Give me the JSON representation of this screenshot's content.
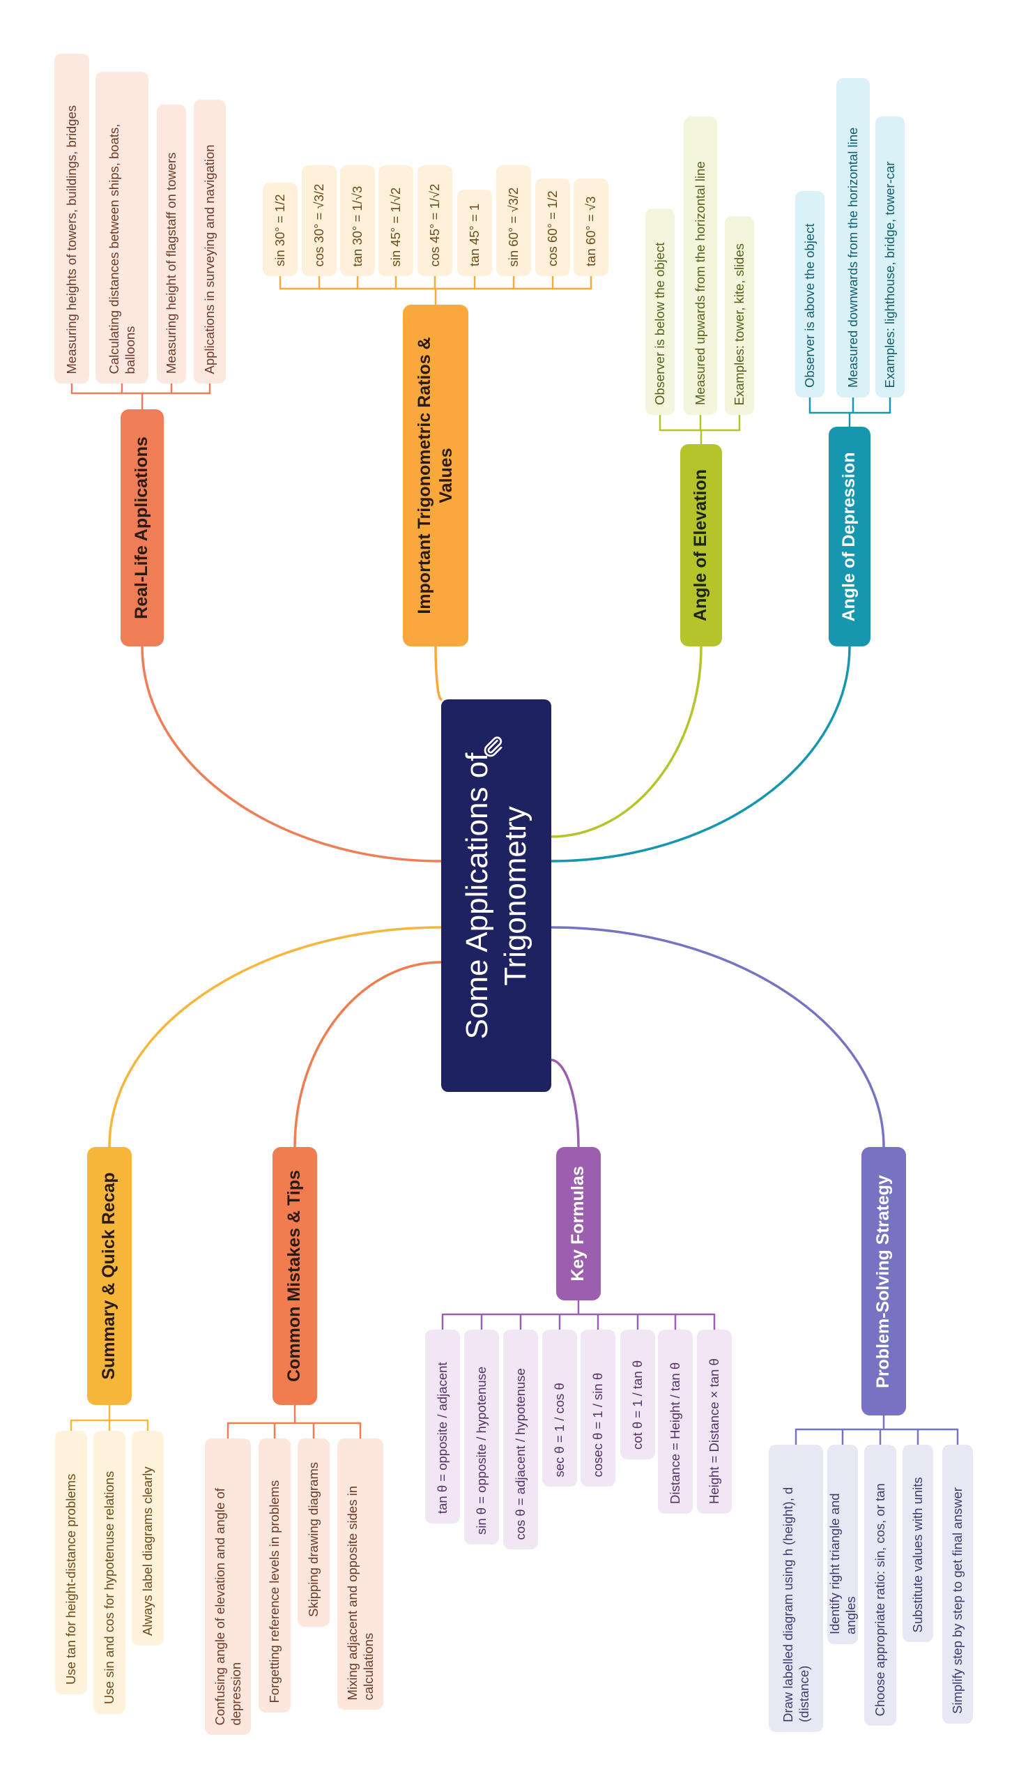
{
  "root": {
    "title": "Some Applications of Trigonometry",
    "icon": "paperclip-icon"
  },
  "branches": [
    {
      "title": "Real-Life Applications",
      "color": "#ef7d56",
      "leaf_bg": "#fde8df",
      "leaf_text": "#6b3a2a",
      "title_color": "#2b1a12",
      "items": [
        "Measuring heights of towers, buildings, bridges",
        "Calculating distances between ships, boats, balloons",
        "Measuring height of flagstaff on towers",
        "Applications in surveying and navigation"
      ]
    },
    {
      "title": "Important Trigonometric Ratios & Values",
      "color": "#f9a93b",
      "leaf_bg": "#fff1d9",
      "leaf_text": "#6b4a1a",
      "title_color": "#2b1a12",
      "items": [
        "sin 30° = 1/2",
        "cos 30° = √3/2",
        "tan 30° = 1/√3",
        "sin 45° = 1/√2",
        "cos 45° = 1/√2",
        "tan 45° = 1",
        "sin 60° = √3/2",
        "cos 60° = 1/2",
        "tan 60° = √3"
      ]
    },
    {
      "title": "Angle of Elevation",
      "color": "#b5c42b",
      "leaf_bg": "#f3f6dc",
      "leaf_text": "#55601a",
      "title_color": "#1e2408",
      "items": [
        "Observer is below the object",
        "Measured upwards from the horizontal line",
        "Examples: tower, kite, slides"
      ]
    },
    {
      "title": "Angle of Depression",
      "color": "#1796b0",
      "leaf_bg": "#d9f1f7",
      "leaf_text": "#115e6e",
      "title_color": "#ffffff",
      "items": [
        "Observer is above the object",
        "Measured downwards from the horizontal line",
        "Examples: lighthouse, bridge, tower-car"
      ]
    },
    {
      "title": "Summary & Quick Recap",
      "color": "#f5b63a",
      "leaf_bg": "#fff3dc",
      "leaf_text": "#6b4a1a",
      "title_color": "#2b1a12",
      "items": [
        "Use tan for height-distance problems",
        "Use sin and cos for hypotenuse relations",
        "Always label diagrams clearly"
      ]
    },
    {
      "title": "Common Mistakes & Tips",
      "color": "#f07c4f",
      "leaf_bg": "#fde6dc",
      "leaf_text": "#6b3a2a",
      "title_color": "#2b1a12",
      "items": [
        "Confusing angle of elevation and angle of depression",
        "Forgetting reference levels in problems",
        "Skipping drawing diagrams",
        "Mixing adjacent and opposite sides in calculations"
      ]
    },
    {
      "title": "Key Formulas",
      "color": "#9c5fb0",
      "leaf_bg": "#f0e6f4",
      "leaf_text": "#553066",
      "title_color": "#ffffff",
      "items": [
        "tan θ = opposite / adjacent",
        "sin θ = opposite / hypotenuse",
        "cos θ = adjacent / hypotenuse",
        "sec θ = 1 / cos θ",
        "cosec θ = 1 / sin θ",
        "cot θ = 1 / tan θ",
        "Distance = Height / tan θ",
        "Height = Distance × tan θ"
      ]
    },
    {
      "title": "Problem-Solving Strategy",
      "color": "#7674c2",
      "leaf_bg": "#e8e8f5",
      "leaf_text": "#3c3a6e",
      "title_color": "#ffffff",
      "items": [
        "Draw labelled diagram using h (height), d (distance)",
        "Identify right triangle and angles",
        "Choose appropriate ratio: sin, cos, or tan",
        "Substitute values with units",
        "Simplify step by step to get final answer"
      ]
    }
  ]
}
